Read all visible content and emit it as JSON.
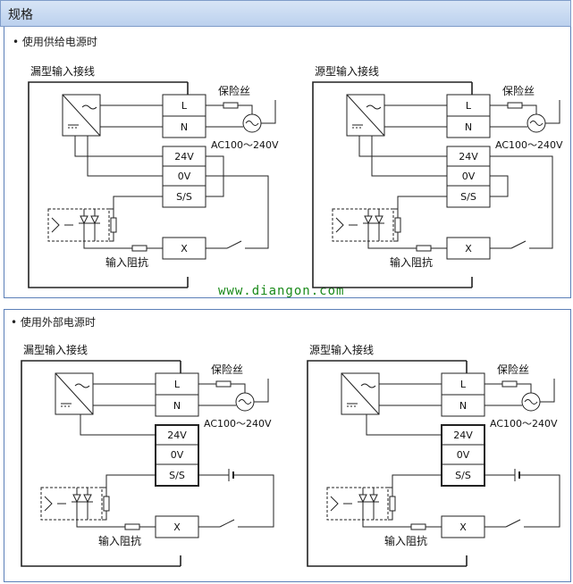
{
  "header": {
    "title": "规格"
  },
  "sections": [
    {
      "bullet": "•",
      "title": "使用供给电源时",
      "diagrams": [
        {
          "title": "漏型输入接线",
          "fuse": "保险丝",
          "ac": "AC100～240V",
          "res": "输入阻抗",
          "terms": [
            "L",
            "N",
            "24V",
            "0V",
            "S/S",
            "X"
          ]
        },
        {
          "title": "源型输入接线",
          "fuse": "保险丝",
          "ac": "AC100～240V",
          "res": "输入阻抗",
          "terms": [
            "L",
            "N",
            "24V",
            "0V",
            "S/S",
            "X"
          ]
        }
      ]
    },
    {
      "bullet": "•",
      "title": "使用外部电源时",
      "diagrams": [
        {
          "title": "漏型输入接线",
          "fuse": "保险丝",
          "ac": "AC100～240V",
          "res": "输入阻抗",
          "terms": [
            "L",
            "N",
            "24V",
            "0V",
            "S/S",
            "X"
          ]
        },
        {
          "title": "源型输入接线",
          "fuse": "保险丝",
          "ac": "AC100～240V",
          "res": "输入阻抗",
          "terms": [
            "L",
            "N",
            "24V",
            "0V",
            "S/S",
            "X"
          ]
        }
      ]
    }
  ],
  "watermark": "www.diangon.com",
  "colors": {
    "header_bg": "#c9d9f1",
    "border": "#5b7fb8",
    "line": "#222222",
    "watermark": "#1a8a1a"
  }
}
